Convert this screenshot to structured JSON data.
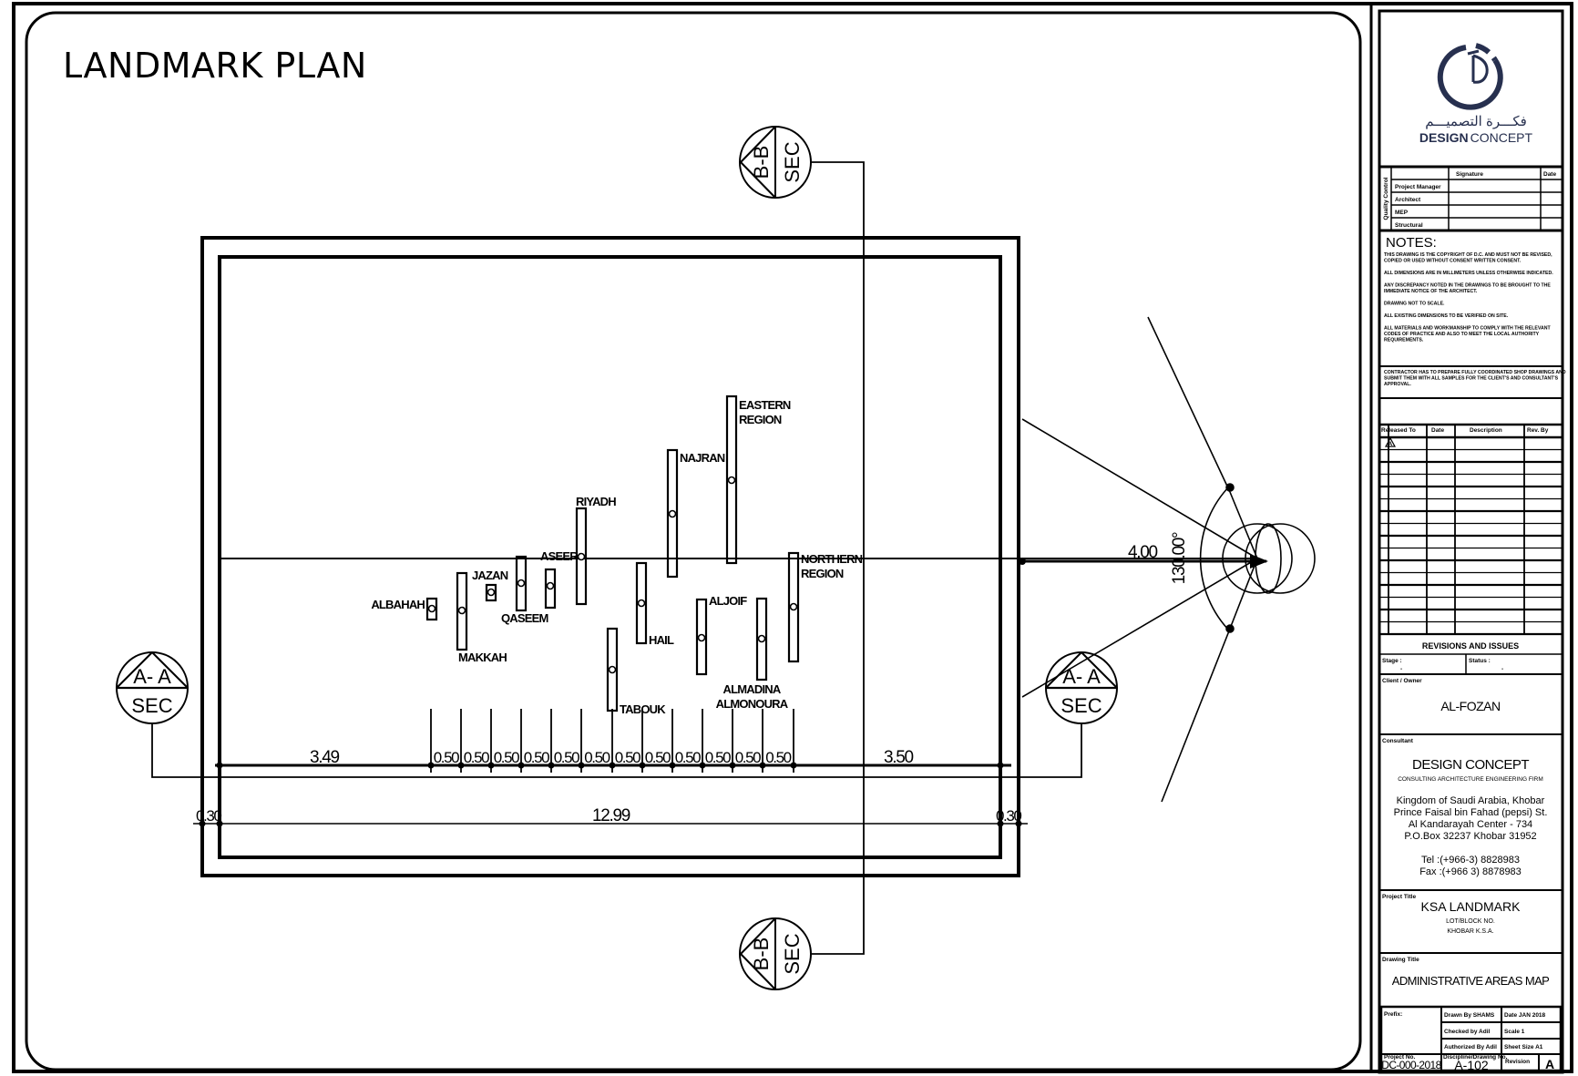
{
  "drawing": {
    "title": "LANDMARK PLAN",
    "section_markers": {
      "bb_label": "B-B",
      "aa_label": "A- A",
      "sec_label": "SEC"
    },
    "regions": [
      {
        "name": "ALBAHAH",
        "label_lines": [
          "ALBAHAH"
        ]
      },
      {
        "name": "MAKKAH",
        "label_lines": [
          "MAKKAH"
        ]
      },
      {
        "name": "JAZAN",
        "label_lines": [
          "JAZAN"
        ]
      },
      {
        "name": "QASEEM",
        "label_lines": [
          "QASEEM"
        ]
      },
      {
        "name": "ASEER",
        "label_lines": [
          "ASEER"
        ]
      },
      {
        "name": "RIYADH",
        "label_lines": [
          "RIYADH"
        ]
      },
      {
        "name": "TABOUK",
        "label_lines": [
          "TABOUK"
        ]
      },
      {
        "name": "HAIL",
        "label_lines": [
          "HAIL"
        ]
      },
      {
        "name": "NAJRAN",
        "label_lines": [
          "NAJRAN"
        ]
      },
      {
        "name": "ALJOIF",
        "label_lines": [
          "ALJOIF"
        ]
      },
      {
        "name": "EASTERN REGION",
        "label_lines": [
          "EASTERN",
          "REGION"
        ]
      },
      {
        "name": "ALMADINA ALMONOURA",
        "label_lines": [
          "ALMADINA",
          "ALMONOURA"
        ]
      },
      {
        "name": "NORTHERN REGION",
        "label_lines": [
          "NORTHERN",
          "REGION"
        ]
      }
    ],
    "dimensions": {
      "left_offset": "3.49",
      "spacing": [
        "0.50",
        "0.50",
        "0.50",
        "0.50",
        "0.50",
        "0.50",
        "0.50",
        "0.50",
        "0.50",
        "0.50",
        "0.50",
        "0.50"
      ],
      "right_offset": "3.50",
      "overall": "12.99",
      "wall_left": "0.30",
      "wall_right": "0.30",
      "view_distance": "4.00",
      "view_angle": "130.00°"
    }
  },
  "title_block": {
    "logo": {
      "arabic": "فكـــرة التصميـــم",
      "brand_bold": "DESIGN",
      "brand_light": "CONCEPT",
      "color": "#27304f"
    },
    "approval": {
      "side_label": "Quality Control",
      "headers": [
        "",
        "Signature",
        "Date"
      ],
      "rows": [
        "Project Manager",
        "Architect",
        "MEP",
        "Structural"
      ]
    },
    "notes": {
      "heading": "NOTES:",
      "items": [
        "THIS DRAWING IS THE COPYRIGHT OF D.C. AND MUST NOT BE REVISED, COPIED OR USED WITHOUT CONSENT WRITTEN CONSENT.",
        "ALL DIMENSIONS ARE IN MILLIMETERS UNLESS OTHERWISE INDICATED.",
        "ANY DISCREPANCY NOTED IN THE DRAWINGS TO BE BROUGHT TO THE IMMEDIATE NOTICE OF THE ARCHITECT.",
        "DRAWING NOT TO SCALE.",
        "ALL EXISTING DIMENSIONS TO BE VERIFIED ON SITE.",
        "ALL MATERIALS AND WORKMANSHIP TO COMPLY WITH THE RELEVANT CODES OF PRACTICE AND ALSO TO MEET THE LOCAL AUTHORITY REQUIREMENTS.",
        "CONTRACTOR HAS TO PREPARE FULLY COORDINATED SHOP DRAWINGS AND SUBMIT THEM WITH ALL SAMPLES FOR THE CLIENT'S AND CONSULTANT'S APPROVAL."
      ]
    },
    "revisions": {
      "headers": [
        "Released To",
        "Date",
        "Description",
        "Rev. By"
      ],
      "first_mark": "A",
      "row_count": 16,
      "caption": "REVISIONS AND ISSUES",
      "stage_label": "Stage :",
      "stage_value": "-",
      "status_label": "Status :",
      "status_value": "-"
    },
    "client": {
      "label": "Client / Owner",
      "name": "AL-FOZAN"
    },
    "consultant": {
      "label": "Consultant",
      "name": "DESIGN CONCEPT",
      "tagline": "CONSULTING ARCHITECTURE ENGINEERING FIRM",
      "address": [
        "Kingdom of Saudi Arabia, Khobar",
        "Prince Faisal bin Fahad (pepsi) St.",
        "Al Kandarayah Center - 734",
        "P.O.Box 32237 Khobar 31952"
      ],
      "tel": "Tel  :(+966-3) 8828983",
      "fax": "Fax :(+966 3) 8878983"
    },
    "project": {
      "label": "Project Title",
      "name": "KSA LANDMARK",
      "line2": "LOT/BLOCK NO.",
      "line3": "KHOBAR K.S.A."
    },
    "drawing_title": {
      "label": "Drawing Title",
      "value": "ADMINISTRATIVE AREAS MAP"
    },
    "meta": {
      "prefix_label": "Prefix:",
      "drawn_by": "Drawn By  SHAMS",
      "date": "Date   JAN 2018",
      "checked_by": "Checked by  Adil",
      "scale": "Scale  1",
      "authorized_by": "Authorized By  Adil",
      "sheet_size": "Sheet Size  A1",
      "project_no_label": "Project No.",
      "project_no": "DC-000-2018",
      "drawing_no_label": "Discipline/Drawing No.",
      "drawing_no": "A-102",
      "revision_label": "Revision",
      "revision": "A"
    }
  }
}
